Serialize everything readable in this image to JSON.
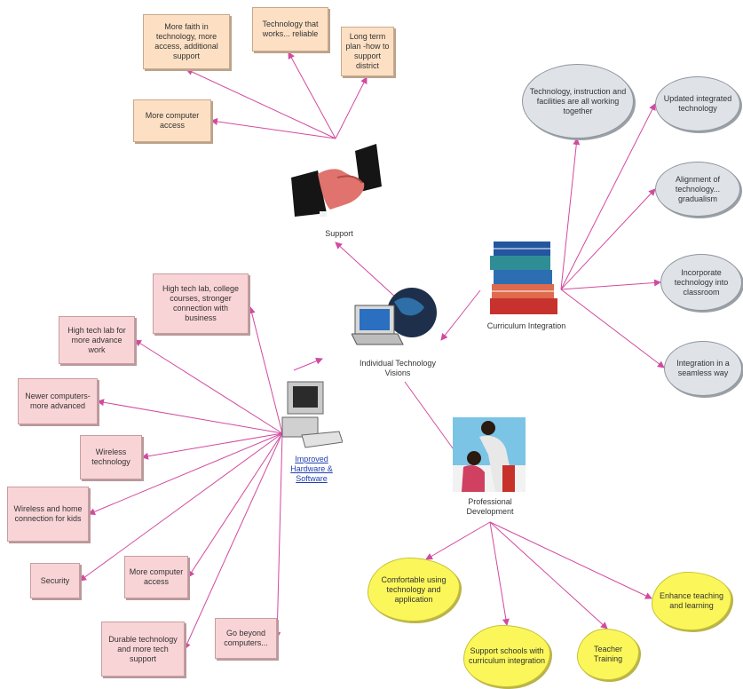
{
  "colors": {
    "edge": "#d24aa0"
  },
  "hubs": {
    "center": "Individual Technology Visions",
    "support": "Support",
    "curriculum": "Curriculum Integration",
    "hardware": "Improved Hardware & Software",
    "professional": "Professional Development"
  },
  "support_items": [
    "More faith in technology, more access, additional support",
    "Technology that works... reliable",
    "Long term plan -how to support district",
    "More computer access"
  ],
  "curriculum_items": [
    "Technology, instruction and facilities are all working together",
    "Updated integrated technology",
    "Alignment of technology... gradualism",
    "Incorporate technology into classroom",
    "Integration in a seamless way"
  ],
  "hardware_items": [
    "High tech lab, college courses, stronger connection with business",
    "High tech lab for more advance work",
    "Newer computers- more advanced",
    "Wireless technology",
    "Wireless and home connection for kids",
    "Security",
    "More computer access",
    "Durable technology and more tech support",
    "Go beyond computers..."
  ],
  "professional_items": [
    "Comfortable using technology and application",
    "Support schools with curriculum integration",
    "Teacher Training",
    "Enhance teaching and learning"
  ]
}
